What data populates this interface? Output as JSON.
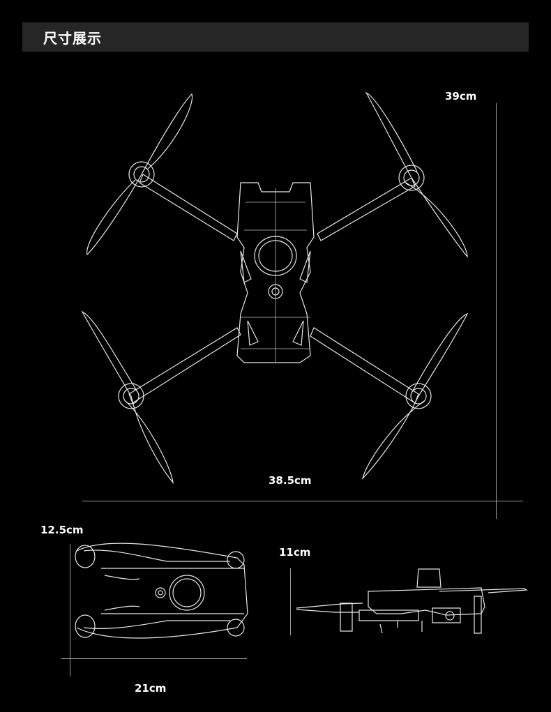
{
  "header": {
    "title": "尺寸展示"
  },
  "dimensions": {
    "top_height": "39cm",
    "top_width": "38.5cm",
    "folded_height": "12.5cm",
    "folded_length": "21cm",
    "side_height": "11cm"
  },
  "colors": {
    "background": "#000000",
    "header_bg": "#262626",
    "lines": "#e8e8e8"
  }
}
